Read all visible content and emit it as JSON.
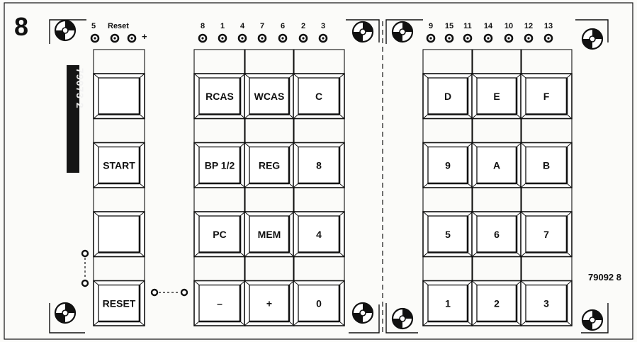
{
  "figure_number": "8",
  "board_left": {
    "part_number": "79073 2",
    "led_row_labels_left": [
      "5",
      "Reset"
    ],
    "led_row_plus": "+",
    "led_row_labels_mid": [
      "8",
      "1",
      "4",
      "7",
      "6",
      "2",
      "3"
    ],
    "key_columns": [
      {
        "name": "control",
        "keys": [
          "",
          "START",
          "",
          "RESET"
        ]
      },
      {
        "name": "col-a",
        "keys": [
          "RCAS",
          "BP 1/2",
          "PC",
          "–"
        ]
      },
      {
        "name": "col-b",
        "keys": [
          "WCAS",
          "REG",
          "MEM",
          "+"
        ]
      },
      {
        "name": "col-c",
        "keys": [
          "C",
          "8",
          "4",
          "0"
        ]
      }
    ]
  },
  "board_right": {
    "part_number": "79092 8",
    "led_row_labels": [
      "9",
      "15",
      "11",
      "14",
      "10",
      "12",
      "13"
    ],
    "key_columns": [
      {
        "name": "col-d",
        "keys": [
          "D",
          "9",
          "5",
          "1"
        ]
      },
      {
        "name": "col-e",
        "keys": [
          "E",
          "A",
          "6",
          "2"
        ]
      },
      {
        "name": "col-f",
        "keys": [
          "F",
          "B",
          "7",
          "3"
        ]
      }
    ]
  },
  "icons": {
    "mounting_hole": "mounting-hole-icon",
    "led": "led-icon",
    "wire_link": "wire-link-icon"
  },
  "colors": {
    "ink": "#111111",
    "paper": "#fbfbf9",
    "part_label_bg": "#151515",
    "part_label_fg": "#f2f2f2"
  }
}
